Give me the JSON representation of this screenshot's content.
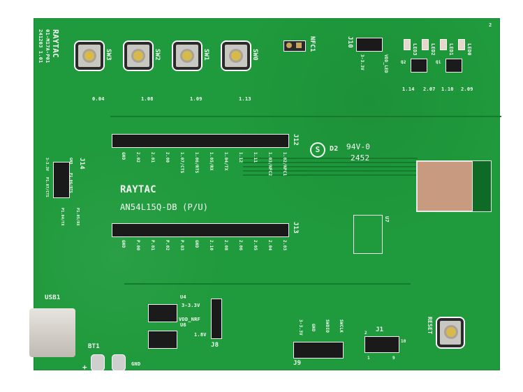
{
  "board": {
    "brand": "RAYTAC",
    "part_code": "01-M17A-P01",
    "revision": "241203 1.01",
    "model": "AN54L15Q-DB (P/U)",
    "logo_text": "RAYTAC",
    "corner_mark": "2",
    "rating": "94V-0",
    "date_code": "2452",
    "d2_label": "D2"
  },
  "switches": [
    {
      "label": "SW3",
      "net": "0.04"
    },
    {
      "label": "SW2",
      "net": "1.08"
    },
    {
      "label": "SW1",
      "net": "1.09"
    },
    {
      "label": "SW0",
      "net": "1.13"
    }
  ],
  "leds": {
    "labels": [
      "LED3",
      "LED2",
      "LED1",
      "LED0"
    ],
    "nets": [
      "1.14",
      "2.07",
      "1.10",
      "2.09"
    ],
    "q_labels": [
      "Q2",
      "Q1"
    ]
  },
  "nfc": {
    "label": "NFC1"
  },
  "j10": {
    "label": "J10",
    "pin_labels": [
      "3-3.3V",
      "VDD_LED"
    ]
  },
  "j12": {
    "label": "J12",
    "pins": [
      "GND",
      "2.02",
      "2.01",
      "2.00",
      "1.07/CTS",
      "1.06/RTS",
      "1.05/RX",
      "1.04/TX",
      "1.12",
      "1.11",
      "1.03/NFC2",
      "1.02/NFC1"
    ]
  },
  "j13": {
    "label": "J13",
    "pins": [
      "GND",
      "P.00",
      "P.01",
      "P.02",
      "P.03",
      "GND",
      "2.10",
      "2.08",
      "2.06",
      "2.05",
      "2.04",
      "2.03"
    ]
  },
  "j14": {
    "label": "J14",
    "pins_left": [
      "3-3.3V",
      "P1.07/CTS",
      "P1.04/TX"
    ],
    "pins_right": [
      "GND",
      "P1.06/RTS",
      "P1.05/RX"
    ]
  },
  "power": {
    "usb_label": "USB1",
    "battery_label": "BT1",
    "battery_plus": "+",
    "battery_minus": "GND",
    "u4": "U4",
    "u6": "U6",
    "j8": {
      "label": "J8",
      "options": [
        "3-3.3V",
        "VDD_NRF",
        "1.8V"
      ]
    }
  },
  "j9": {
    "label": "J9",
    "pins": [
      "3-3.3V",
      "GND",
      "SWDIO",
      "SWCLK"
    ]
  },
  "j1": {
    "label": "J1",
    "pin_marks": [
      "2",
      "10",
      "1",
      "9"
    ]
  },
  "reset": {
    "label": "RESET"
  },
  "u7": {
    "label": "U7"
  }
}
